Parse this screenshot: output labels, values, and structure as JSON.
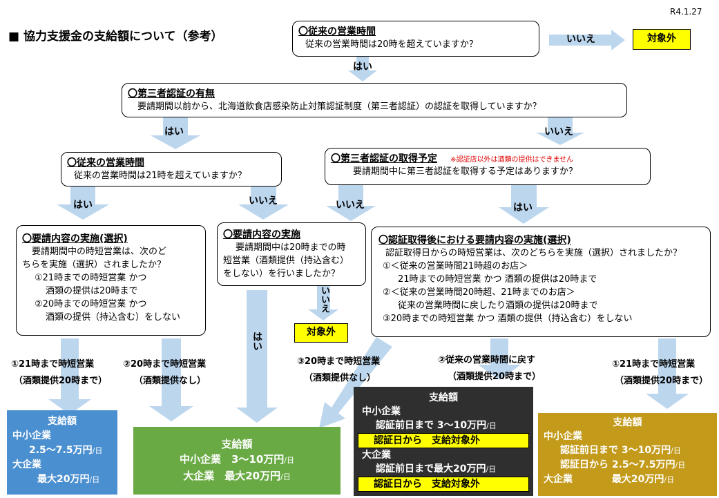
{
  "date": "R4.1.27",
  "title": "■ 協力支援金の支給額について（参考）",
  "colors": {
    "arrow": "#bcd6ee",
    "yellow": "#ffff00",
    "blue": "#4a8fd0",
    "green": "#6aaa44",
    "dark": "#2f2f2f",
    "gold": "#c39a1a",
    "note_red": "#e00000"
  },
  "q1": {
    "heading": "〇従来の営業時間",
    "text": "従来の営業時間は20時を超えていますか？"
  },
  "q1_no": "いいえ",
  "q1_yes": "はい",
  "out1": "対象外",
  "q2": {
    "heading": "〇第三者認証の有無",
    "text": "要請期間以前から、北海道飲食店感染防止対策認証制度（第三者認証）の認証を取得していますか？"
  },
  "q2_yes": "はい",
  "q2_no": "いいえ",
  "q3": {
    "heading": "〇従来の営業時間",
    "text": "従来の営業時間は21時を超えていますか？"
  },
  "q4": {
    "heading": "〇第三者認証の取得予定",
    "note": "※認証店以外は酒類の提供はできません",
    "text": "要請期間中に第三者認証を取得する予定はありますか？"
  },
  "q3_yes": "はい",
  "q3_no": "いいえ",
  "q4_no": "いいえ",
  "q4_yes": "はい",
  "q5": {
    "heading": "〇要請内容の実施(選択)",
    "lines": [
      "要請期間中の時短営業は、次のど",
      "ちらを実施（選択）されましたか？",
      "①21時までの時短営業 かつ",
      "酒類の提供は20時まで",
      "②20時までの時短営業 かつ",
      "酒類の提供（持込含む）をしない"
    ]
  },
  "q6": {
    "heading": "〇要請内容の実施",
    "lines": [
      "要請期間中は20時までの時",
      "短営業（酒類提供（持込含む）",
      "をしない）を行いましたか？"
    ]
  },
  "q6_no": "いいえ",
  "q6_yes": "はい",
  "out2": "対象外",
  "q7": {
    "heading": "〇認証取得後における要請内容の実施(選択)",
    "lines": [
      "認証取得日からの時短営業は、次のどちらを実施（選択）されましたか？",
      "①＜従来の営業時間21時超のお店＞",
      "21時までの時短営業 かつ 酒類の提供は20時まで",
      "②＜従来の営業時間20時超、21時までのお店＞",
      "従来の営業時間に戻したり酒類の提供は20時まで",
      "③20時までの時短営業 かつ 酒類の提供（持込含む）をしない"
    ]
  },
  "opts": {
    "a1": "①21時まで時短営業",
    "a2": "（酒類提供20時まで）",
    "b1": "②20時まで時短営業",
    "b2": "（酒類提供なし）",
    "c1": "③20時まで時短営業",
    "c2": "（酒類提供なし）",
    "d1": "②従来の営業時間に戻す",
    "d2": "（酒類提供20時まで）",
    "e1": "①21時まで時短営業",
    "e2": "（酒類提供20時まで）"
  },
  "pay_blue": {
    "title": "支給額",
    "sme": "中小企業",
    "sme_amt": "2.5～7.5万円",
    "large": "大企業",
    "large_amt": "最大20万円",
    "unit": "/日"
  },
  "pay_green": {
    "title": "支給額",
    "sme": "中小企業　3～10万円",
    "large": "大企業　最大20万円",
    "unit": "/日"
  },
  "pay_dark": {
    "title": "支給額",
    "sme": "中小企業",
    "sme_before": "認証前日まで 3～10万円",
    "hl1": "認証日から　支給対象外",
    "large": "大企業",
    "large_before": "認証前日まで最大20万円",
    "hl2": "認証日から　支給対象外",
    "unit": "/日"
  },
  "pay_gold": {
    "title": "支給額",
    "sme": "中小企業",
    "sme_before": "認証前日まで 3～10万円",
    "sme_after": "認証日から 2.5～7.5万円",
    "large": "大企業",
    "large_amt": "最大20万円",
    "unit": "/日"
  }
}
